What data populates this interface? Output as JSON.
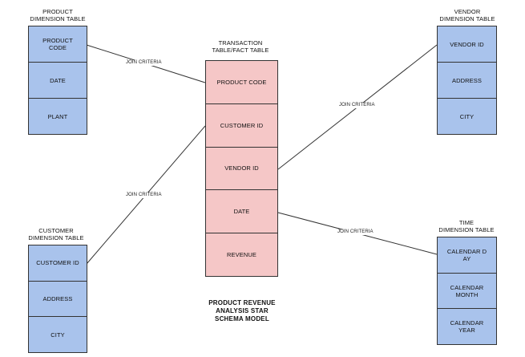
{
  "tables": {
    "product": {
      "title": "PRODUCT\nDIMENSION TABLE",
      "rows": [
        "PRODUCT\nCODE",
        "DATE",
        "PLANT"
      ]
    },
    "customer": {
      "title": "CUSTOMER\nDIMENSION TABLE",
      "rows": [
        "CUSTOMER ID",
        "ADDRESS",
        "CITY"
      ]
    },
    "fact": {
      "title": "TRANSACTION\nTABLE/FACT TABLE",
      "rows": [
        "PRODUCT CODE",
        "CUSTOMER ID",
        "VENDOR ID",
        "DATE",
        "REVENUE"
      ]
    },
    "vendor": {
      "title": "VENDOR\nDIMENSION TABLE",
      "rows": [
        "VENDOR ID",
        "ADDRESS",
        "CITY"
      ]
    },
    "time": {
      "title": "TIME\nDIMENSION TABLE",
      "rows": [
        "CALENDAR D\nAY",
        "CALENDAR\nMONTH",
        "CALENDAR\nYEAR"
      ]
    }
  },
  "join_labels": {
    "product": "JOIN CRITERIA",
    "customer": "JOIN CRITERIA",
    "vendor": "JOIN CRITERIA",
    "time": "JOIN CRITERIA"
  },
  "model_title": "PRODUCT REVENUE\nANALYSIS STAR\nSCHEMA MODEL",
  "colors": {
    "dimension_fill": "#a9c3ec",
    "fact_fill": "#f5c7c7",
    "border": "#333333"
  }
}
